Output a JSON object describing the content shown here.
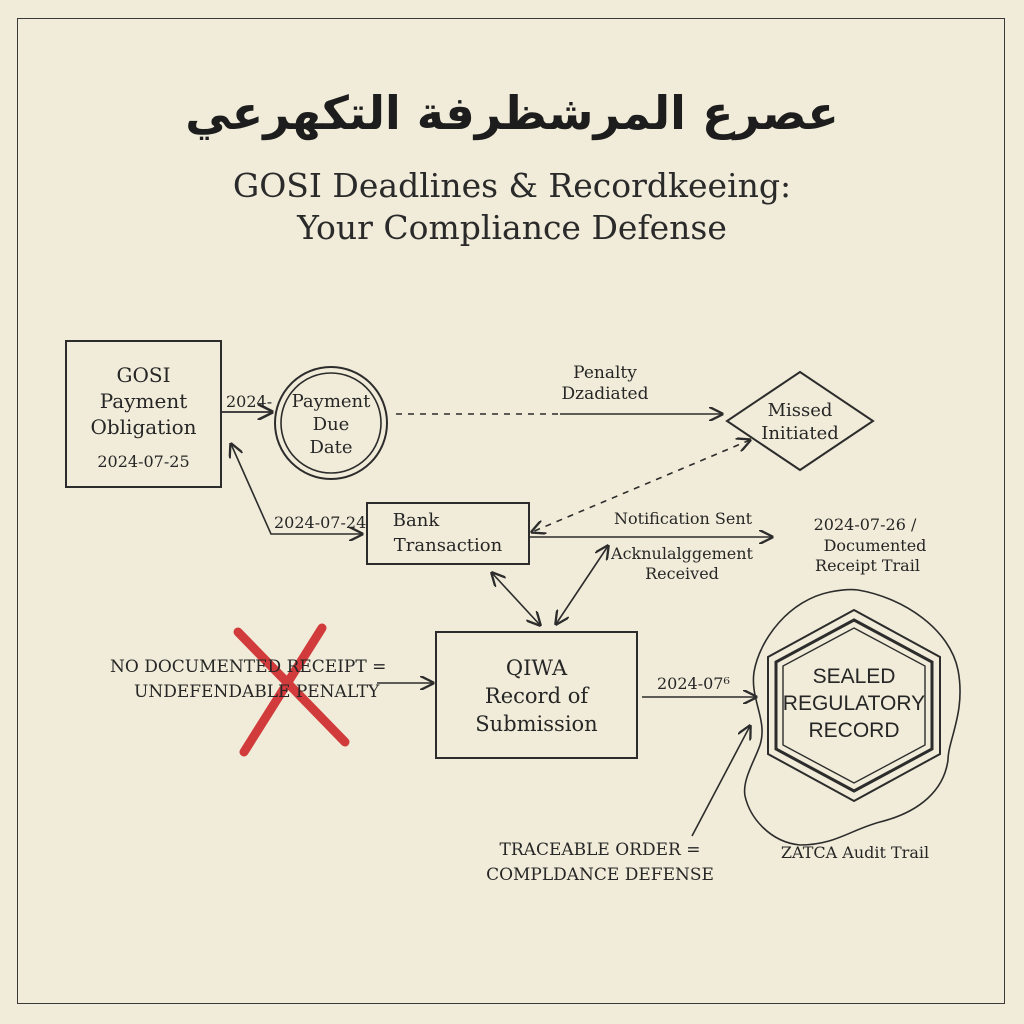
{
  "title_ar": "عصرع المرشظرفة التكهرعي",
  "subtitle_line1": "GOSI Deadlines & Recordkeeing:",
  "subtitle_line2": "Your Compliance Defense",
  "nodes": {
    "gosi_obligation": {
      "line1": "GOSI",
      "line2": "Payment",
      "line3": "Obligation",
      "date": "2024-07-25"
    },
    "payment_due": {
      "line1": "Payment",
      "line2": "Due",
      "line3": "Date"
    },
    "missed": {
      "line1": "Missed",
      "line2": "Initiated"
    },
    "bank": {
      "line1": "Bank",
      "line2": "Transaction"
    },
    "qiwa": {
      "line1": "QIWA",
      "line2": "Record of",
      "line3": "Submission"
    },
    "sealed": {
      "line1": "SEALED",
      "line2": "REGULATORY",
      "line3": "RECORD"
    }
  },
  "labels": {
    "arrow_date_1": "2024-",
    "penalty_1": "Penalty",
    "penalty_2": "Dzadiated",
    "bank_date": "2024-07-24",
    "notification": "Notification Sent",
    "ack_1": "Acknulalggement",
    "ack_2": "Received",
    "receipt_1": "2024-07-26 /",
    "receipt_2": "Documented",
    "receipt_3": "Receipt Trail",
    "no_receipt_1": "NO DOCUMENTED RECEIPT =",
    "no_receipt_2": "UNDEFENDABLE PENALTY",
    "qiwa_date": "2024-07⁶",
    "traceable_1": "TRACEABLE ORDER =",
    "traceable_2": "COMPLDANCE DEFENSE",
    "zatca": "ZATCA Audit Trail"
  },
  "colors": {
    "background": "#f1ecd9",
    "ink": "#262626",
    "cross": "#d13b3b"
  }
}
